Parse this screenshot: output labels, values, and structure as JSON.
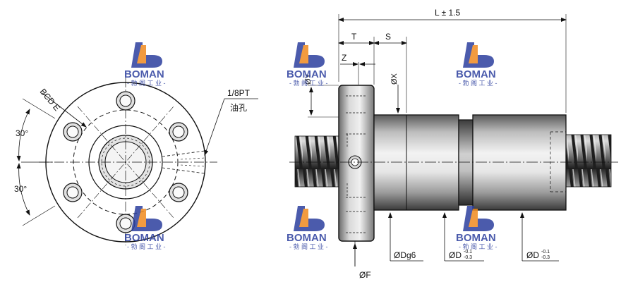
{
  "brand": {
    "name": "BOMAN",
    "subtitle": "- 勃 阁 工 业 -",
    "colors": {
      "blue": "#2c3f9e",
      "orange": "#f08a1f"
    }
  },
  "front_view": {
    "bcd_label": "BCD E",
    "angle_top": "30°",
    "angle_bottom": "30°",
    "oil_hole_thread": "1/8PT",
    "oil_hole_text": "油孔"
  },
  "side_view": {
    "length_label": "L ± 1.5",
    "t_label": "T",
    "s_label": "S",
    "z_label": "Z",
    "y_label": "ØY",
    "x_label": "ØX",
    "f_label": "ØF",
    "dg6_label": "ØDg6",
    "d1": {
      "main": "ØD",
      "upper": "-0.1",
      "lower": "-0.3"
    },
    "d2": {
      "main": "ØD",
      "upper": "-0.1",
      "lower": "-0.3"
    }
  },
  "colors": {
    "line": "#111111",
    "body_mid": "#e8e8e8",
    "body_dark": "#444444"
  }
}
